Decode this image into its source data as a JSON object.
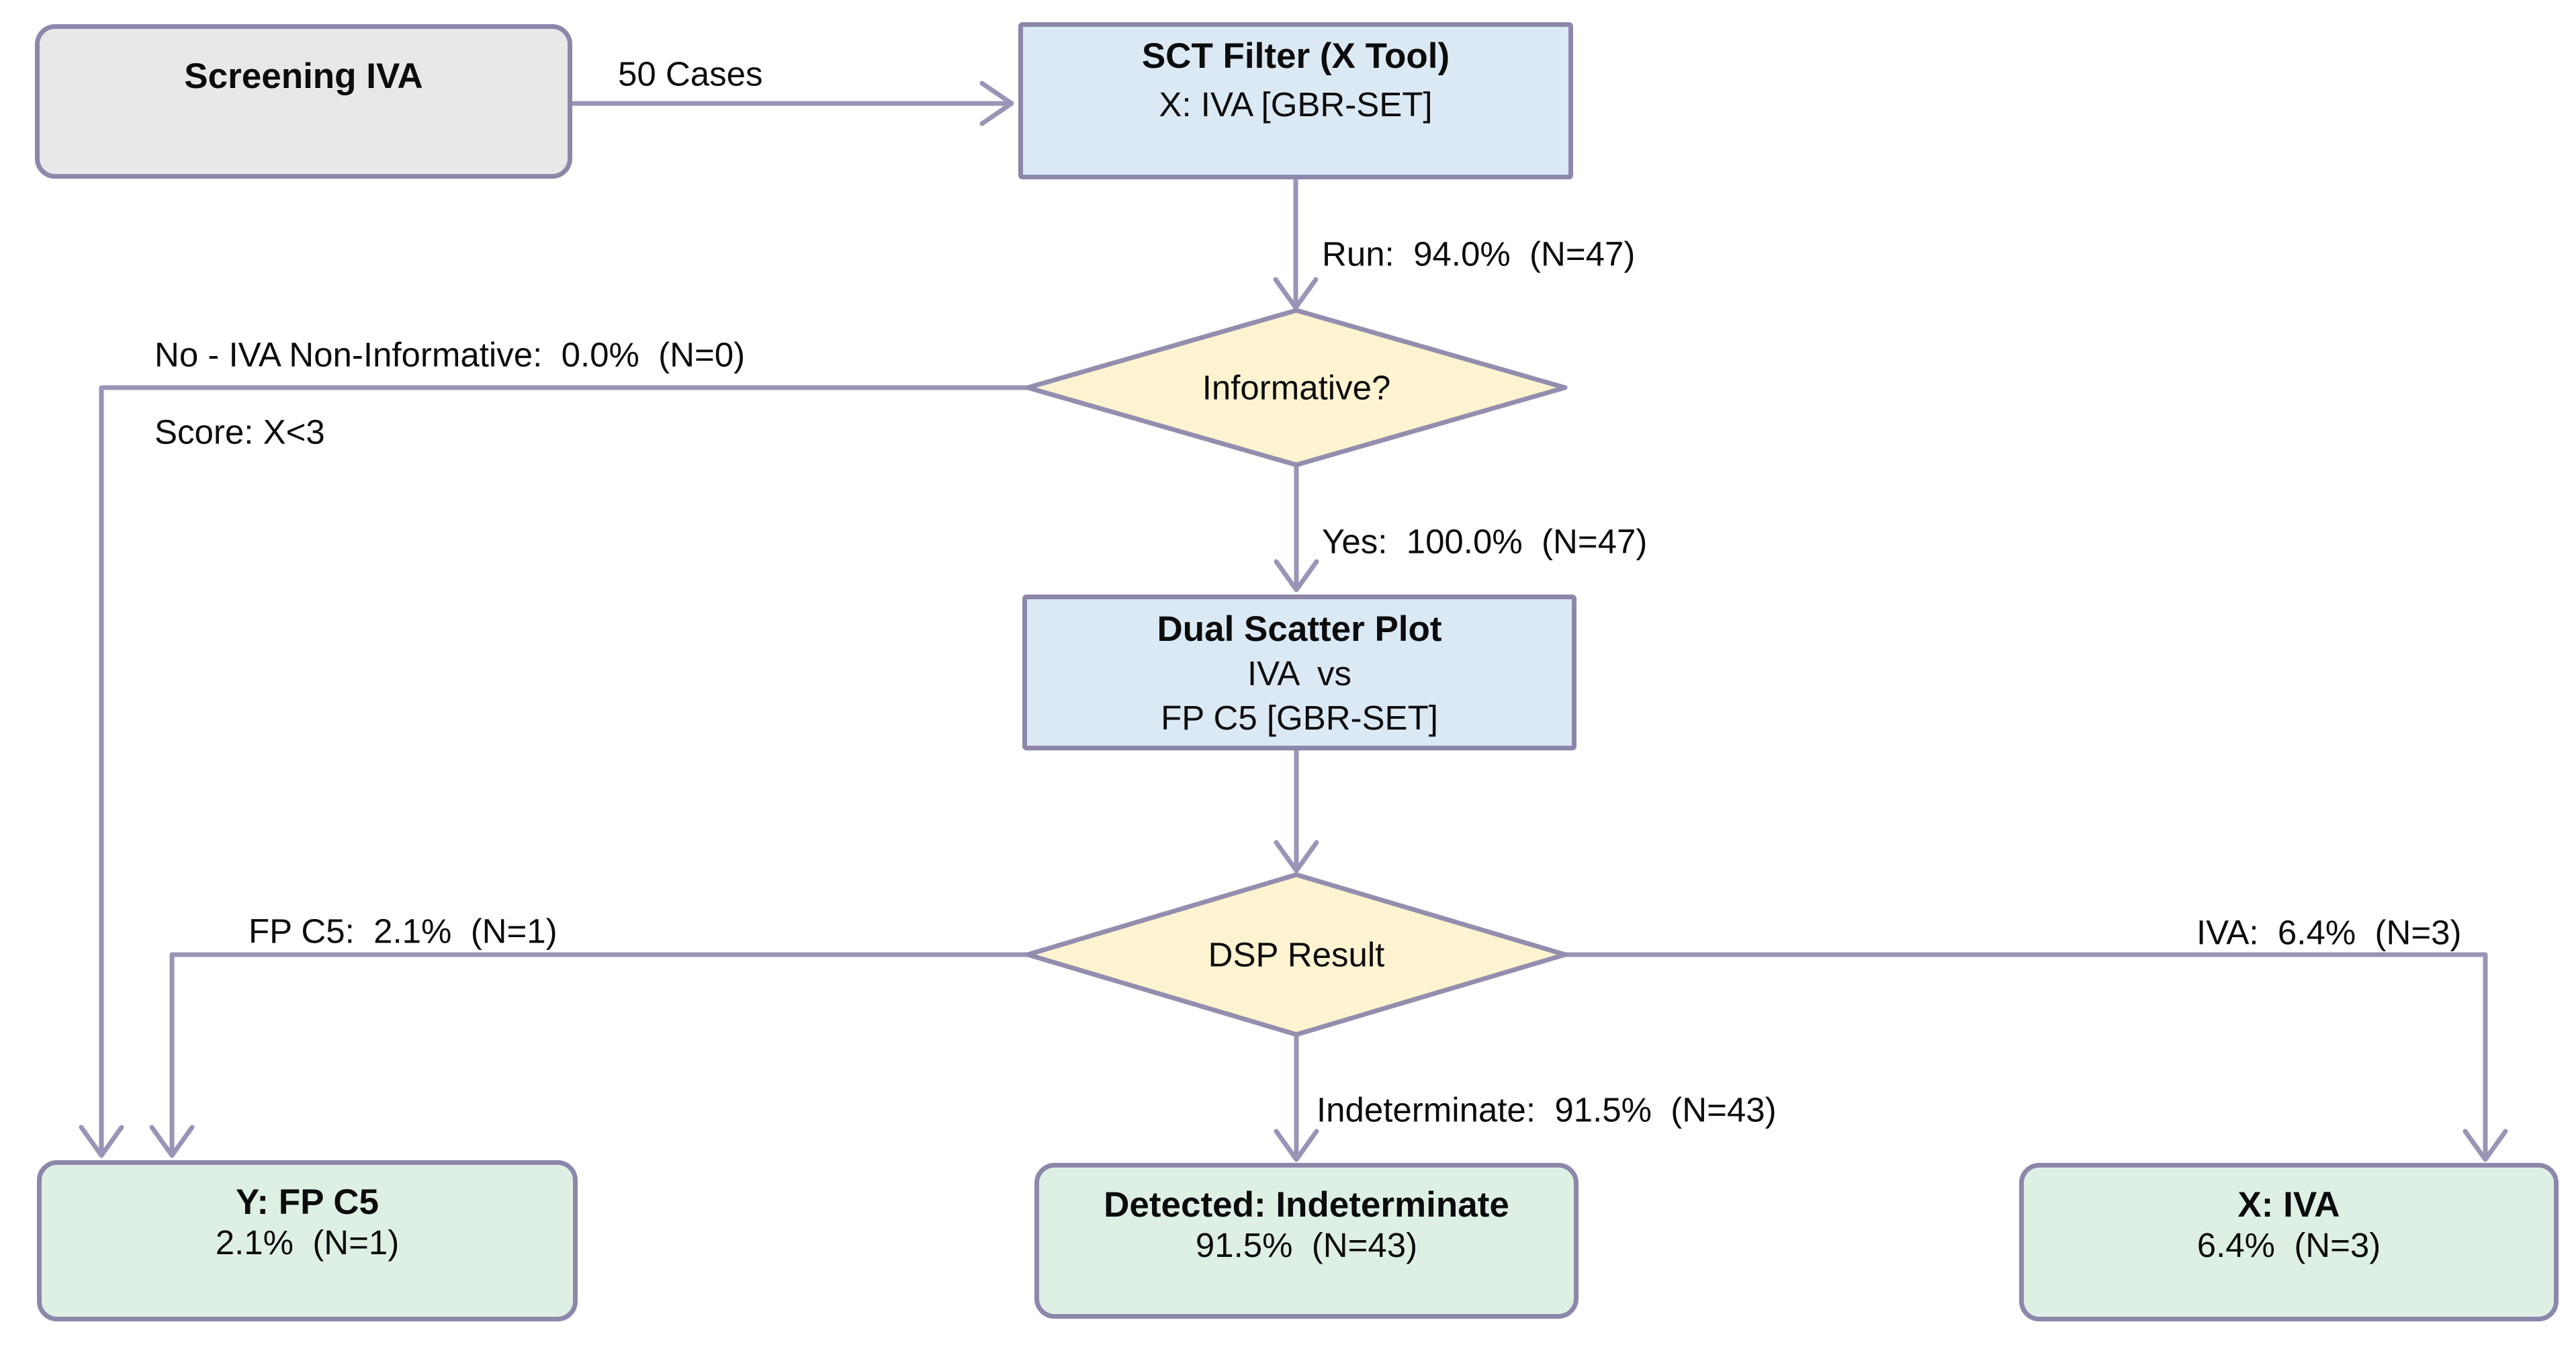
{
  "diagram_type": "flowchart",
  "colors": {
    "background": "#ffffff",
    "process_fill": "#dbe9f4",
    "terminator_fill": "#e9e8e8",
    "decision_fill": "#fdf3d0",
    "result_fill": "#def0e4",
    "shape_border": "#8d87ab",
    "connector": "#9a94b6",
    "text": "#0c0c0c"
  },
  "nodes": {
    "start": {
      "shape": "rounded-rect",
      "label": "Screening IVA"
    },
    "sct_filter": {
      "shape": "rect",
      "title": "SCT Filter (X Tool)",
      "subtitle": "X: IVA [GBR-SET]"
    },
    "informative": {
      "shape": "diamond",
      "label": "Informative?"
    },
    "dual_scatter_plot": {
      "shape": "rect",
      "title": "Dual Scatter Plot",
      "line2": "IVA  vs",
      "line3": "FP C5 [GBR-SET]"
    },
    "dsp_result": {
      "shape": "diamond",
      "label": "DSP Result"
    },
    "y_fp_c5": {
      "shape": "rounded-rect",
      "title": "Y: FP C5",
      "subtitle": "2.1%  (N=1)"
    },
    "detected_indeterminate": {
      "shape": "rounded-rect",
      "title": "Detected: Indeterminate",
      "subtitle": "91.5%  (N=43)"
    },
    "x_iva": {
      "shape": "rounded-rect",
      "title": "X: IVA",
      "subtitle": "6.4%  (N=3)"
    }
  },
  "edge_labels": {
    "cases": "50 Cases",
    "run": "Run:  94.0%  (N=47)",
    "non_informative": "No - IVA Non-Informative:  0.0%  (N=0)",
    "score": "Score: X<3",
    "yes": "Yes:  100.0%  (N=47)",
    "fp_c5": "FP C5:  2.1%  (N=1)",
    "indeterminate": "Indeterminate:  91.5%  (N=43)",
    "iva": "IVA:  6.4%  (N=3)"
  }
}
